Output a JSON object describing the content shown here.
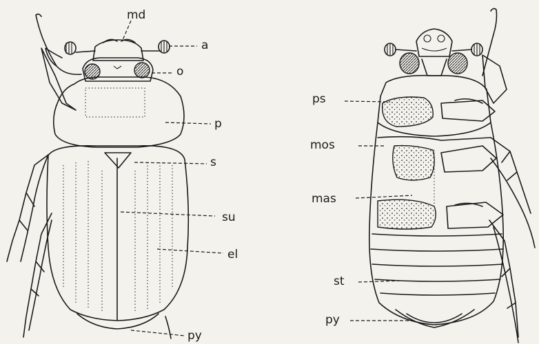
{
  "figure": {
    "labels": {
      "md": "md",
      "a": "a",
      "o": "o",
      "p": "p",
      "s": "s",
      "su": "su",
      "el": "el",
      "py_dorsal": "py",
      "ps": "ps",
      "mos": "mos",
      "mas": "mas",
      "st": "st",
      "py_ventral": "py"
    }
  }
}
